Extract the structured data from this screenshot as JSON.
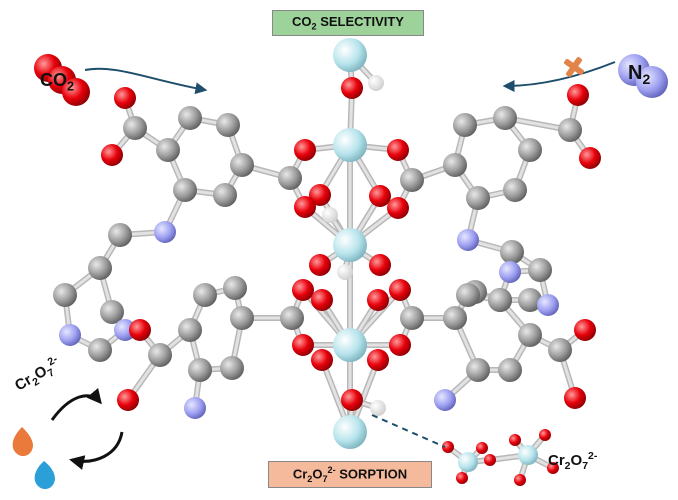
{
  "labels": {
    "top": {
      "text_before": "CO",
      "sub": "2",
      "text_after": " SELECTIVITY",
      "bg": "#9dd39a"
    },
    "bottom": {
      "text_before": "Cr",
      "sub1": "2",
      "mid": "O",
      "sub2": "7",
      "sup": "2-",
      "text_after": " SORPTION",
      "bg": "#f5b99c"
    }
  },
  "molecules": {
    "co2": {
      "base": "CO",
      "sub": "2"
    },
    "n2": {
      "base": "N",
      "sub": "2"
    },
    "dichromate_left": {
      "a": "Cr",
      "s1": "2",
      "b": "O",
      "s2": "7",
      "sup": "2-"
    },
    "dichromate_right": {
      "a": "Cr",
      "s1": "2",
      "b": "O",
      "s2": "7",
      "sup": "2-"
    }
  },
  "colors": {
    "carbon": "#8f8f8f",
    "oxygen": "#e8000b",
    "nitrogen": "#9c9ef0",
    "metal": "#a8dde6",
    "hydrogen": "#ffffff",
    "arrow": "#1d4e6b",
    "cross": "#e2844a",
    "drop_orange": "#ea7a3c",
    "drop_blue": "#2a9fd8"
  },
  "icons": [
    "arrow-curved-icon",
    "cross-icon",
    "cycle-arrows-icon",
    "droplet-icon"
  ]
}
